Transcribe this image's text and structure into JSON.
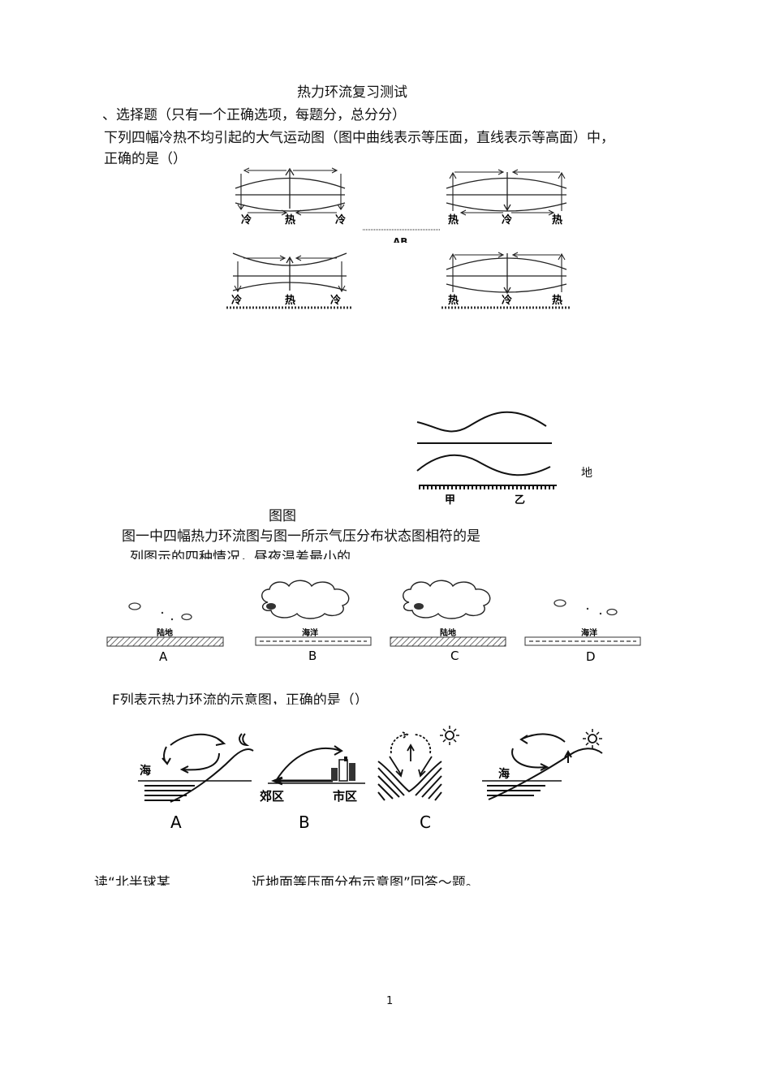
{
  "title": "热力环流复习测试",
  "section": "、选择题（只有一个正确选项，每题分，总分分）",
  "q1": {
    "line1": "下列四幅冷热不均引起的大气运动图（图中曲线表示等压面，直线表示等高面）中，",
    "line2": "正确的是（）",
    "diagrams": [
      {
        "labels": [
          "冷",
          "热",
          "冷"
        ]
      },
      {
        "labels": [
          "热",
          "冷",
          "热"
        ]
      },
      {
        "labels": [
          "冷",
          "热",
          "冷"
        ]
      },
      {
        "labels": [
          "热",
          "冷",
          "热"
        ]
      }
    ],
    "mid_label": "AB"
  },
  "q2": {
    "ground_labels": [
      "甲",
      "乙"
    ],
    "side_label": "地",
    "figure_caption": "图图",
    "question": "图一中四幅热力环流图与图一所示气压分布状态图相符的是",
    "partial": "列图示的四种情况，昼夜温差最小的"
  },
  "q3": {
    "panels": [
      {
        "letter": "A",
        "surface": "陆地"
      },
      {
        "letter": "B",
        "surface": "海洋"
      },
      {
        "letter": "C",
        "surface": "陆地"
      },
      {
        "letter": "D",
        "surface": "海洋"
      }
    ]
  },
  "q4": {
    "question": "F列表示热力环流的示意图，正确的是（）",
    "sea_label": "海",
    "suburb_label": "郊区",
    "city_label": "市区",
    "letters": [
      "A",
      "B",
      "C"
    ]
  },
  "q5": {
    "part1": "读“北半球某",
    "part2": "近地面等压面分布示意图”回答～题。"
  },
  "page_number": "1"
}
